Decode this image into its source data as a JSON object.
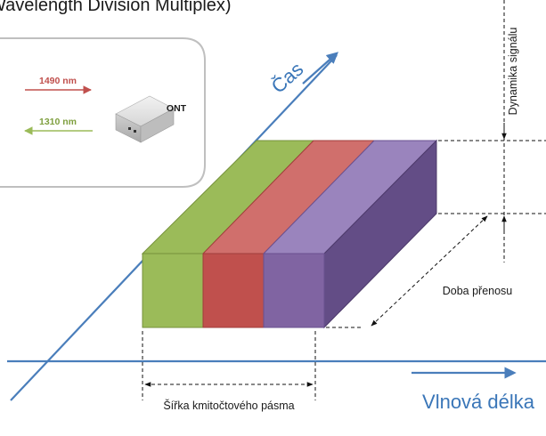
{
  "title": "Wavelength Division Multiplex)",
  "inset": {
    "downstream_label": "1490 nm",
    "upstream_label": "1310 nm",
    "device_label": "ONT",
    "downstream_color": "#c0504d",
    "upstream_color": "#9bbb59"
  },
  "axes": {
    "time_label": "Čas",
    "wavelength_label": "Vlnová délka",
    "axis_color": "#4a7ebb"
  },
  "dimensions": {
    "signal_dynamics": "Dynamika signálu",
    "transfer_time": "Doba přenosu",
    "bandwidth": "Šířka kmitočtového pásma"
  },
  "channels": [
    {
      "name": "green",
      "color": "#9bbb59"
    },
    {
      "name": "red",
      "color": "#c0504d"
    },
    {
      "name": "purple",
      "color": "#8064a2"
    }
  ]
}
